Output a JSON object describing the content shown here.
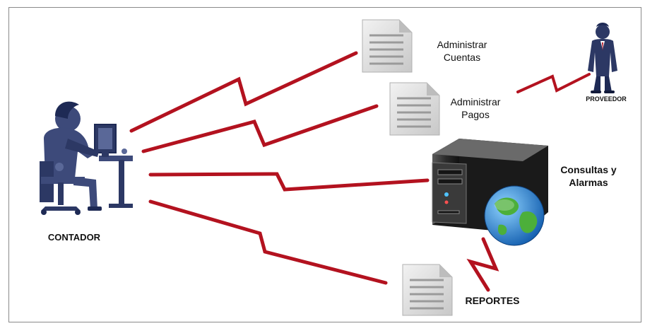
{
  "nodes": {
    "contador": {
      "label": "CONTADOR"
    },
    "proveedor": {
      "label": "PROVEEDOR"
    },
    "administrar_cuentas": {
      "label": "Administrar\nCuentas"
    },
    "administrar_pagos": {
      "label": "Administrar\nPagos"
    },
    "consultas_alarmas": {
      "label": "Consultas y\nAlarmas"
    },
    "reportes": {
      "label": "REPORTES"
    }
  },
  "colors": {
    "link": "#b3121f",
    "person": "#3d4a7a",
    "person_dark": "#1e2a55",
    "document": "#d9d9d9",
    "server": "#2a2a2a",
    "globe_sea": "#1f7fd1",
    "globe_land": "#4caf3a"
  }
}
